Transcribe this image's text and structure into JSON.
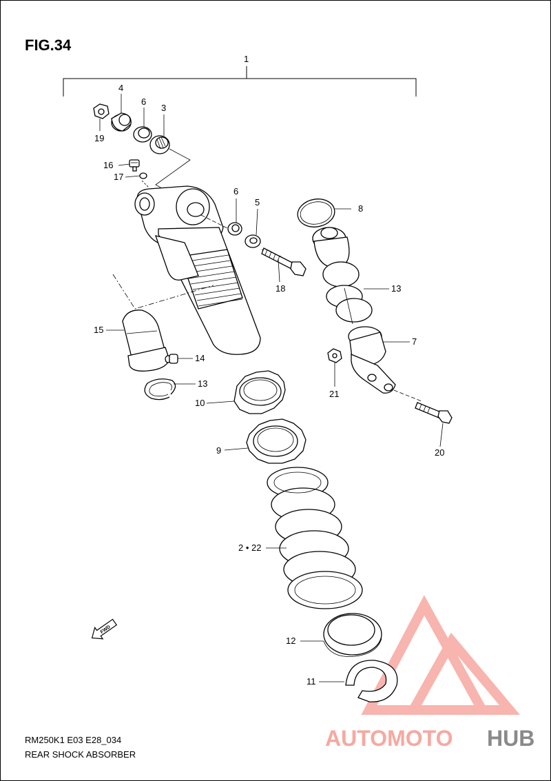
{
  "figure": {
    "title": "FIG.34",
    "code": "RM250K1 E03 E28_034",
    "caption": "REAR SHOCK ABSORBER"
  },
  "callouts": [
    {
      "id": "c1",
      "label": "1"
    },
    {
      "id": "c4",
      "label": "4"
    },
    {
      "id": "c6a",
      "label": "6"
    },
    {
      "id": "c3",
      "label": "3"
    },
    {
      "id": "c19",
      "label": "19"
    },
    {
      "id": "c16",
      "label": "16"
    },
    {
      "id": "c17",
      "label": "17"
    },
    {
      "id": "c6b",
      "label": "6"
    },
    {
      "id": "c5",
      "label": "5"
    },
    {
      "id": "c8",
      "label": "8"
    },
    {
      "id": "c18",
      "label": "18"
    },
    {
      "id": "c13a",
      "label": "13"
    },
    {
      "id": "c15",
      "label": "15"
    },
    {
      "id": "c7",
      "label": "7"
    },
    {
      "id": "c14",
      "label": "14"
    },
    {
      "id": "c13b",
      "label": "13"
    },
    {
      "id": "c21",
      "label": "21"
    },
    {
      "id": "c10",
      "label": "10"
    },
    {
      "id": "c9",
      "label": "9"
    },
    {
      "id": "c20",
      "label": "20"
    },
    {
      "id": "c2",
      "label": "2 • 22"
    },
    {
      "id": "c12",
      "label": "12"
    },
    {
      "id": "c11",
      "label": "11"
    }
  ],
  "fwd_marker": {
    "label": "FWD",
    "icon": "forward-arrow-icon"
  },
  "watermark": {
    "part1": "AUTOMOTO",
    "part2": "HUB",
    "color1": "#f7a8a0",
    "color2": "#8a8a8a",
    "logo": "triangle-m-logo-icon"
  }
}
